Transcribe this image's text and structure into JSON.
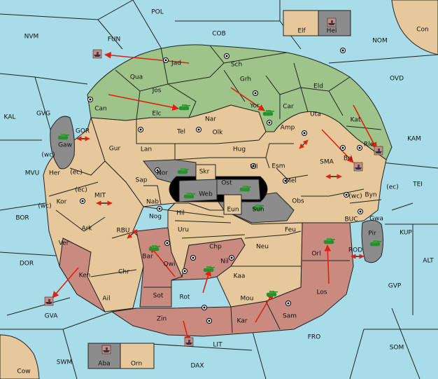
{
  "colors": {
    "sea": "#a8dce8",
    "land": "#e6c89a",
    "green": "#9ec48a",
    "red": "#c98b80",
    "gray": "#8c8c8c",
    "black": "#000000",
    "arrow": "#e02010",
    "border": "#222222"
  },
  "icons": {
    "supply_center": "center-dot",
    "army": "tank-icon",
    "fleet": "ship-icon"
  },
  "sea_labels": [
    {
      "id": "pol",
      "text": "POL"
    },
    {
      "id": "nvm",
      "text": "NVM"
    },
    {
      "id": "fun",
      "text": "FUN"
    },
    {
      "id": "cob",
      "text": "COB"
    },
    {
      "id": "nom",
      "text": "NOM"
    },
    {
      "id": "con",
      "text": "Con"
    },
    {
      "id": "ovd",
      "text": "OVD"
    },
    {
      "id": "kal",
      "text": "KAL"
    },
    {
      "id": "gvg",
      "text": "GVG"
    },
    {
      "id": "gor",
      "text": "GOR"
    },
    {
      "id": "kam",
      "text": "KAM"
    },
    {
      "id": "sma",
      "text": "SMA"
    },
    {
      "id": "mvu",
      "text": "MVU"
    },
    {
      "id": "mit",
      "text": "MIT"
    },
    {
      "id": "tei",
      "text": "TEI"
    },
    {
      "id": "bor",
      "text": "BOR"
    },
    {
      "id": "rbu",
      "text": "RBU"
    },
    {
      "id": "buc",
      "text": "BUC"
    },
    {
      "id": "kup",
      "text": "KUP"
    },
    {
      "id": "dor",
      "text": "DOR"
    },
    {
      "id": "rod",
      "text": "ROD"
    },
    {
      "id": "alt",
      "text": "ALT"
    },
    {
      "id": "gvp",
      "text": "GVP"
    },
    {
      "id": "gva",
      "text": "GVA"
    },
    {
      "id": "fro",
      "text": "FRO"
    },
    {
      "id": "lit",
      "text": "LIT"
    },
    {
      "id": "som",
      "text": "SOM"
    },
    {
      "id": "swm",
      "text": "SWM"
    },
    {
      "id": "dax",
      "text": "DAX"
    },
    {
      "id": "cow",
      "text": "Cow"
    }
  ],
  "land_labels": [
    {
      "id": "jad",
      "text": "Jad"
    },
    {
      "id": "sch",
      "text": "Sch"
    },
    {
      "id": "qua",
      "text": "Qua"
    },
    {
      "id": "grh",
      "text": "Grh"
    },
    {
      "id": "jos",
      "text": "Jos"
    },
    {
      "id": "eld",
      "text": "Eld"
    },
    {
      "id": "can",
      "text": "Can"
    },
    {
      "id": "yor",
      "text": "Yor"
    },
    {
      "id": "car",
      "text": "Car"
    },
    {
      "id": "elc",
      "text": "Elc"
    },
    {
      "id": "nar",
      "text": "Nar"
    },
    {
      "id": "uta",
      "text": "Uta"
    },
    {
      "id": "kat",
      "text": "Kat"
    },
    {
      "id": "tel",
      "text": "Tel"
    },
    {
      "id": "olk",
      "text": "Olk"
    },
    {
      "id": "amp",
      "text": "Amp"
    },
    {
      "id": "gur",
      "text": "Gur"
    },
    {
      "id": "lan",
      "text": "Lan"
    },
    {
      "id": "hug",
      "text": "Hug"
    },
    {
      "id": "rle",
      "text": "Rle"
    },
    {
      "id": "gaw",
      "text": "Gaw"
    },
    {
      "id": "vil",
      "text": "Vil"
    },
    {
      "id": "esm",
      "text": "Esm"
    },
    {
      "id": "bri",
      "text": "Bri"
    },
    {
      "id": "nor",
      "text": "Nor"
    },
    {
      "id": "skr",
      "text": "Skr"
    },
    {
      "id": "her",
      "text": "Her"
    },
    {
      "id": "sap",
      "text": "Sap"
    },
    {
      "id": "ost",
      "text": "Ost"
    },
    {
      "id": "mel",
      "text": "Mel"
    },
    {
      "id": "web",
      "text": "Web"
    },
    {
      "id": "byn",
      "text": "Byn"
    },
    {
      "id": "kor",
      "text": "Kor"
    },
    {
      "id": "nab",
      "text": "Nab"
    },
    {
      "id": "obs",
      "text": "Obs"
    },
    {
      "id": "eun",
      "text": "Eun"
    },
    {
      "id": "hil",
      "text": "Hil"
    },
    {
      "id": "sun",
      "text": "Sun"
    },
    {
      "id": "gwa",
      "text": "Gwa"
    },
    {
      "id": "ark",
      "text": "Ark"
    },
    {
      "id": "nog",
      "text": "Nog"
    },
    {
      "id": "uru",
      "text": "Uru"
    },
    {
      "id": "feu",
      "text": "Feu"
    },
    {
      "id": "pir",
      "text": "Pir"
    },
    {
      "id": "orl",
      "text": "Orl"
    },
    {
      "id": "chp",
      "text": "Chp"
    },
    {
      "id": "neu",
      "text": "Neu"
    },
    {
      "id": "ver",
      "text": "Ver"
    },
    {
      "id": "bar",
      "text": "Bar"
    },
    {
      "id": "qwi",
      "text": "Qwi"
    },
    {
      "id": "nil",
      "text": "Nil"
    },
    {
      "id": "chr",
      "text": "Chr"
    },
    {
      "id": "ken",
      "text": "Ken"
    },
    {
      "id": "kaa",
      "text": "Kaa"
    },
    {
      "id": "rot",
      "text": "Rot"
    },
    {
      "id": "los",
      "text": "Los"
    },
    {
      "id": "ail",
      "text": "Ail"
    },
    {
      "id": "sot",
      "text": "Sot"
    },
    {
      "id": "mou",
      "text": "Mou"
    },
    {
      "id": "sam",
      "text": "Sam"
    },
    {
      "id": "zin",
      "text": "Zin"
    },
    {
      "id": "kar",
      "text": "Kar"
    }
  ],
  "coast_labels": [
    {
      "id": "her_wc",
      "text": "(wc)"
    },
    {
      "id": "her_ec",
      "text": "(ec)"
    },
    {
      "id": "kor_ec",
      "text": "(ec)"
    },
    {
      "id": "kor_wc",
      "text": "(wc)"
    },
    {
      "id": "byn_wc",
      "text": "(wc)"
    },
    {
      "id": "byn_ec",
      "text": "(ec)"
    }
  ],
  "inset_labels": [
    {
      "id": "elf",
      "text": "Elf"
    },
    {
      "id": "hel",
      "text": "Hel"
    },
    {
      "id": "aba",
      "text": "Aba"
    },
    {
      "id": "orn",
      "text": "Orn"
    }
  ]
}
